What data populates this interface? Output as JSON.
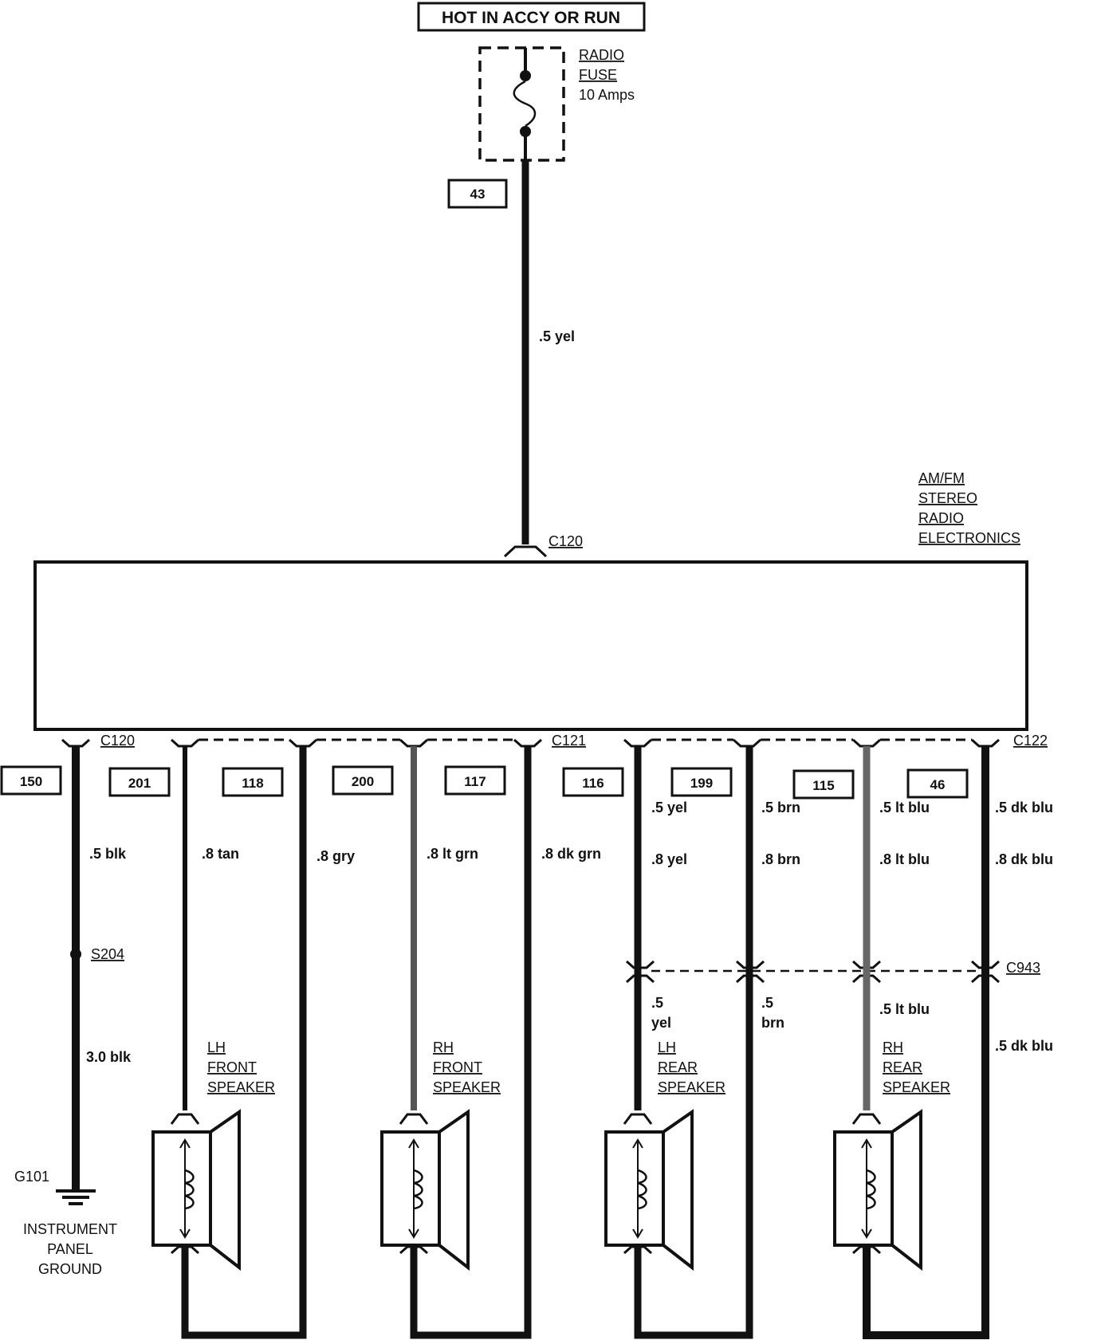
{
  "title": "HOT IN ACCY OR RUN",
  "fuse": {
    "line1": "RADIO",
    "line2": "FUSE",
    "rating": "10 Amps"
  },
  "circuit_top": {
    "number": "43",
    "wire": ".5 yel"
  },
  "module": {
    "line1": "AM/FM",
    "line2": "STEREO",
    "line3": "RADIO",
    "line4": "ELECTRONICS",
    "connector_top": "C120"
  },
  "connectors": {
    "c120": "C120",
    "c121": "C121",
    "c122": "C122",
    "c943": "C943",
    "s204": "S204"
  },
  "circuits": [
    "150",
    "201",
    "118",
    "200",
    "117",
    "116",
    "199",
    "115",
    "46"
  ],
  "wires": {
    "ground_top": ".5 blk",
    "ground_bottom": "3.0 blk",
    "lh_front_a": ".8 tan",
    "lh_front_b": ".8 gry",
    "rh_front_a": ".8 lt grn",
    "rh_front_b": ".8 dk grn",
    "lh_rear_a_top": ".5 yel",
    "lh_rear_a_mid": ".8 yel",
    "lh_rear_a_bot1": ".5",
    "lh_rear_a_bot2": "yel",
    "lh_rear_b_top": ".5 brn",
    "lh_rear_b_mid": ".8 brn",
    "lh_rear_b_bot1": ".5",
    "lh_rear_b_bot2": "brn",
    "rh_rear_a_top": ".5 lt blu",
    "rh_rear_a_mid": ".8 lt blu",
    "rh_rear_a_bot": ".5 lt blu",
    "rh_rear_b_top": ".5 dk blu",
    "rh_rear_b_mid": ".8 dk blu",
    "rh_rear_b_bot": ".5 dk blu"
  },
  "ground": {
    "id": "G101",
    "line1": "INSTRUMENT",
    "line2": "PANEL",
    "line3": "GROUND"
  },
  "speakers": {
    "lh_front": {
      "line1": "LH",
      "line2": "FRONT",
      "line3": "SPEAKER"
    },
    "rh_front": {
      "line1": "RH",
      "line2": "FRONT",
      "line3": "SPEAKER"
    },
    "lh_rear": {
      "line1": "LH",
      "line2": "REAR",
      "line3": "SPEAKER"
    },
    "rh_rear": {
      "line1": "RH",
      "line2": "REAR",
      "line3": "SPEAKER"
    }
  }
}
